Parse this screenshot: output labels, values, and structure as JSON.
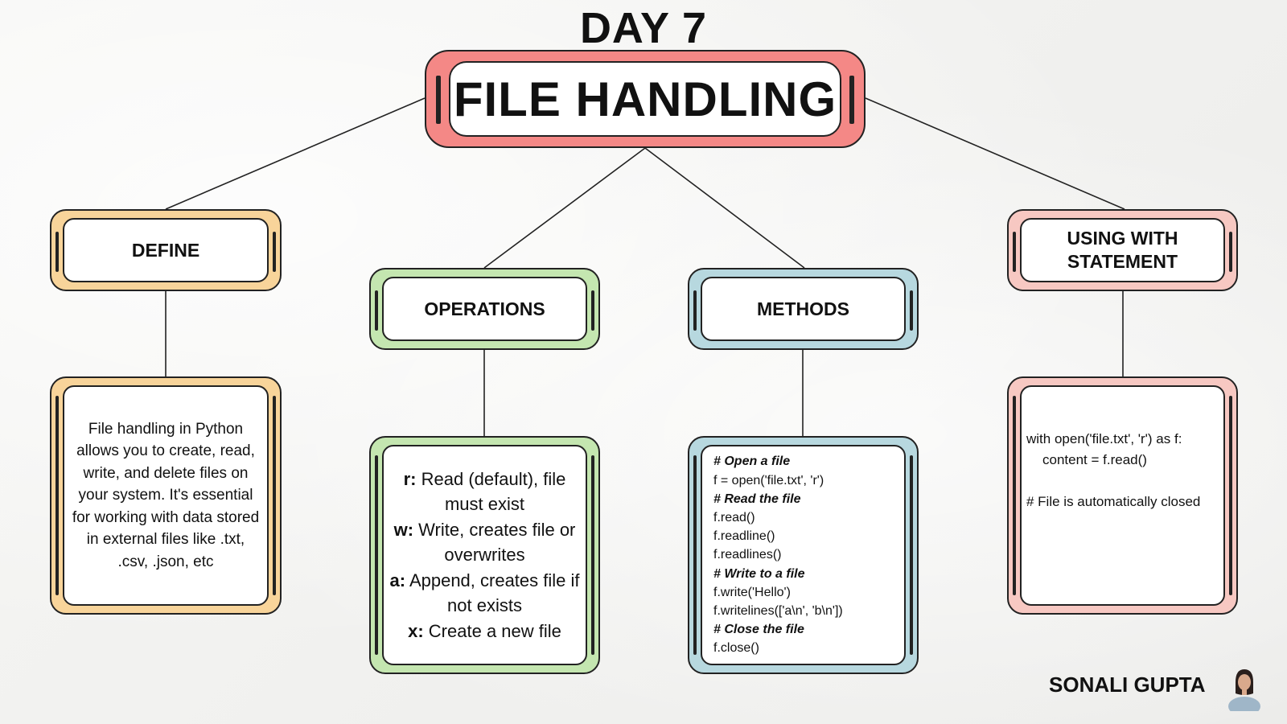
{
  "header": {
    "day": "DAY 7",
    "title": "FILE HANDLING"
  },
  "colors": {
    "main_frame": "#f48886",
    "define_frame": "#f8d49a",
    "operations_frame": "#c4e6b0",
    "methods_frame": "#b7d8df",
    "with_frame": "#f7c8c2",
    "outline": "#222222"
  },
  "define": {
    "heading": "DEFINE",
    "text": "File handling in Python allows you to create, read, write, and delete files on your system. It's essential for working with data stored in external files like .txt, .csv, .json, etc"
  },
  "operations": {
    "heading": "OPERATIONS",
    "items": [
      {
        "key": "r:",
        "desc": "Read (default), file must exist"
      },
      {
        "key": "w:",
        "desc": "Write, creates file or overwrites"
      },
      {
        "key": "a:",
        "desc": "Append, creates file if not exists"
      },
      {
        "key": "x:",
        "desc": "Create a new file"
      }
    ]
  },
  "methods": {
    "heading": "METHODS",
    "lines": [
      {
        "comment": "# Open a file"
      },
      {
        "code": "f = open('file.txt', 'r')"
      },
      {
        "comment": "# Read the file"
      },
      {
        "code": "f.read()"
      },
      {
        "code": "f.readline()"
      },
      {
        "code": "f.readlines()"
      },
      {
        "comment": "# Write to a file"
      },
      {
        "code": "f.write('Hello')"
      },
      {
        "code": "f.writelines(['a\\n', 'b\\n'])"
      },
      {
        "comment": "# Close the file"
      },
      {
        "code": "f.close()"
      }
    ]
  },
  "with_statement": {
    "heading_line1": "USING WITH",
    "heading_line2": "STATEMENT",
    "line1": "with open('file.txt', 'r') as f:",
    "line2": "content = f.read()",
    "line3": "# File is automatically closed"
  },
  "author": {
    "name": "SONALI GUPTA",
    "avatar_icon": "person-avatar-icon"
  }
}
